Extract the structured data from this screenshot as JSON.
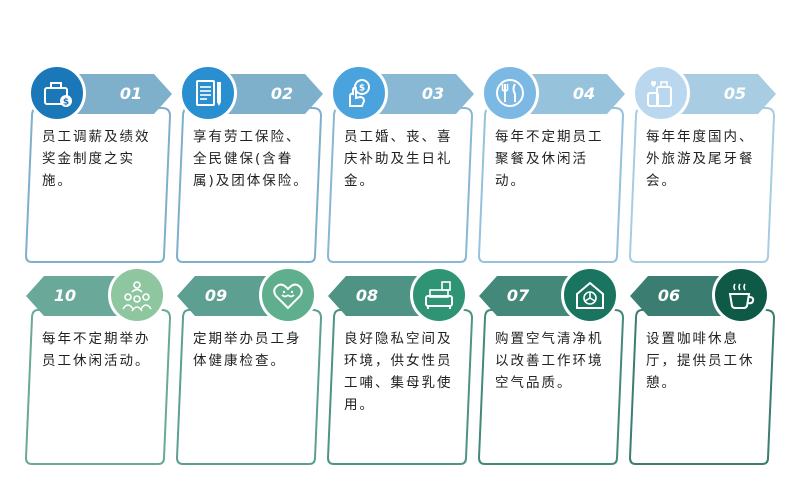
{
  "row1": [
    {
      "number": "01",
      "text": "员工调薪及绩效奖金制度之实施。",
      "banner_color": "#7fb0cb",
      "circle_color": "#1a77b8",
      "icon": "wallet-money-icon"
    },
    {
      "number": "02",
      "text": "享有劳工保险、全民健保(含眷属)及团体保险。",
      "banner_color": "#7fb0cb",
      "circle_color": "#2a8fd0",
      "icon": "document-pen-icon"
    },
    {
      "number": "03",
      "text": "员工婚、丧、喜庆补助及生日礼金。",
      "banner_color": "#89b8d4",
      "circle_color": "#4aa3dd",
      "icon": "hand-coin-icon"
    },
    {
      "number": "04",
      "text": "每年不定期员工聚餐及休闲活动。",
      "banner_color": "#96c2dc",
      "circle_color": "#7bb8e3",
      "icon": "plate-fork-knife-icon"
    },
    {
      "number": "05",
      "text": "每年年度国内、外旅游及尾牙餐会。",
      "banner_color": "#a8cde3",
      "circle_color": "#b9d8ef",
      "icon": "luggage-icon"
    }
  ],
  "row2": [
    {
      "number": "10",
      "text": "每年不定期举办员工休闲活动。",
      "banner_color": "#6aa89a",
      "circle_color": "#8ec6a0",
      "icon": "people-group-icon"
    },
    {
      "number": "09",
      "text": "定期举办员工身体健康检查。",
      "banner_color": "#5d9f91",
      "circle_color": "#5fae8e",
      "icon": "heart-health-icon"
    },
    {
      "number": "08",
      "text": "良好隐私空间及环境，供女性员工哺、集母乳使用。",
      "banner_color": "#4f9385",
      "circle_color": "#2f9473",
      "icon": "nursing-room-icon"
    },
    {
      "number": "07",
      "text": "购置空气清净机以改善工作环境空气品质。",
      "banner_color": "#44887a",
      "circle_color": "#197560",
      "icon": "air-purifier-house-icon"
    },
    {
      "number": "06",
      "text": "设置咖啡休息厅，提供员工休憩。",
      "banner_color": "#3b7d70",
      "circle_color": "#0f5a47",
      "icon": "coffee-cup-icon"
    }
  ]
}
